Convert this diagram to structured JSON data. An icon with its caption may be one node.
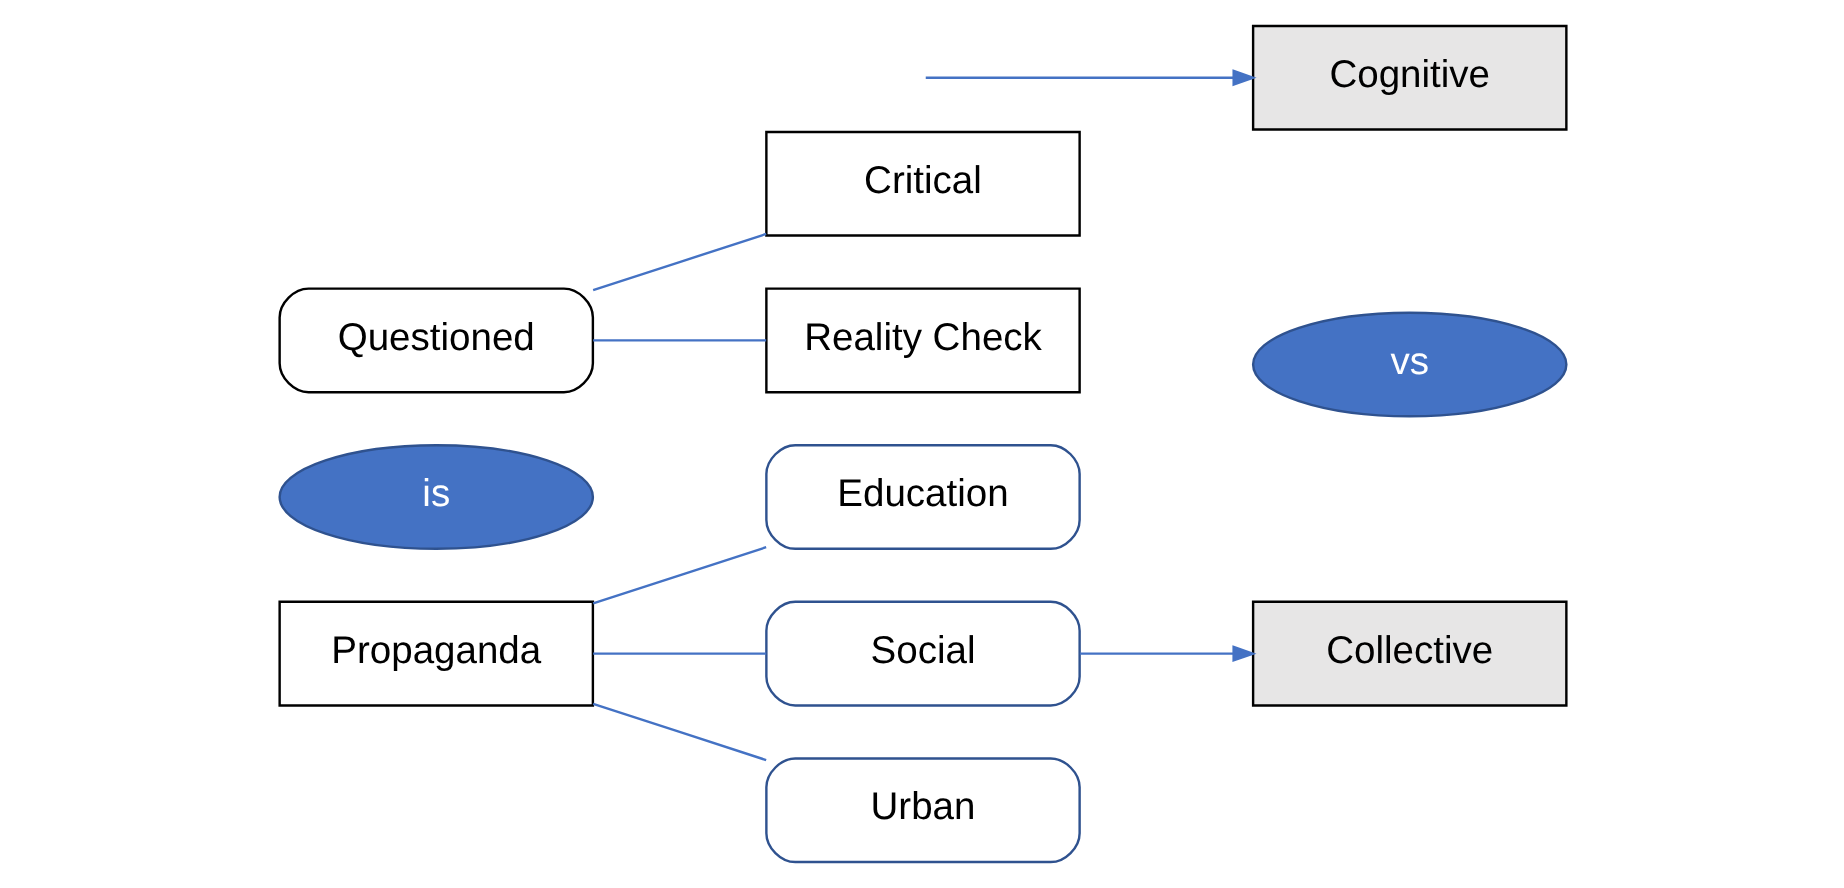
{
  "diagram": {
    "nodes": [
      {
        "text": [
          "Propaganda"
        ]
      },
      {
        "text": [
          "Education"
        ]
      },
      {
        "text": [
          "Social"
        ]
      },
      {
        "text": [
          "Urban"
        ]
      },
      {
        "text": [
          "Collective"
        ]
      },
      {
        "text": [
          "is"
        ]
      },
      {
        "text": [
          "vs"
        ]
      },
      {
        "text": [
          "Questioned"
        ]
      },
      {
        "text": [
          "Critical"
        ]
      },
      {
        "text": [
          "Reality Check"
        ]
      },
      {
        "text": [
          "Cognitive"
        ]
      }
    ],
    "edges": [
      {
        "from": 0,
        "to": 1,
        "arrow": "none"
      },
      {
        "from": 0,
        "to": 2,
        "arrow": "none"
      },
      {
        "from": 0,
        "to": 3,
        "arrow": "none"
      },
      {
        "from": 2,
        "to": 4,
        "arrow": "to"
      },
      {
        "from": 7,
        "to": 8,
        "arrow": "none"
      },
      {
        "from": 7,
        "to": 9,
        "arrow": "none"
      },
      {
        "from": null,
        "to": 10,
        "arrow": "to"
      }
    ]
  }
}
